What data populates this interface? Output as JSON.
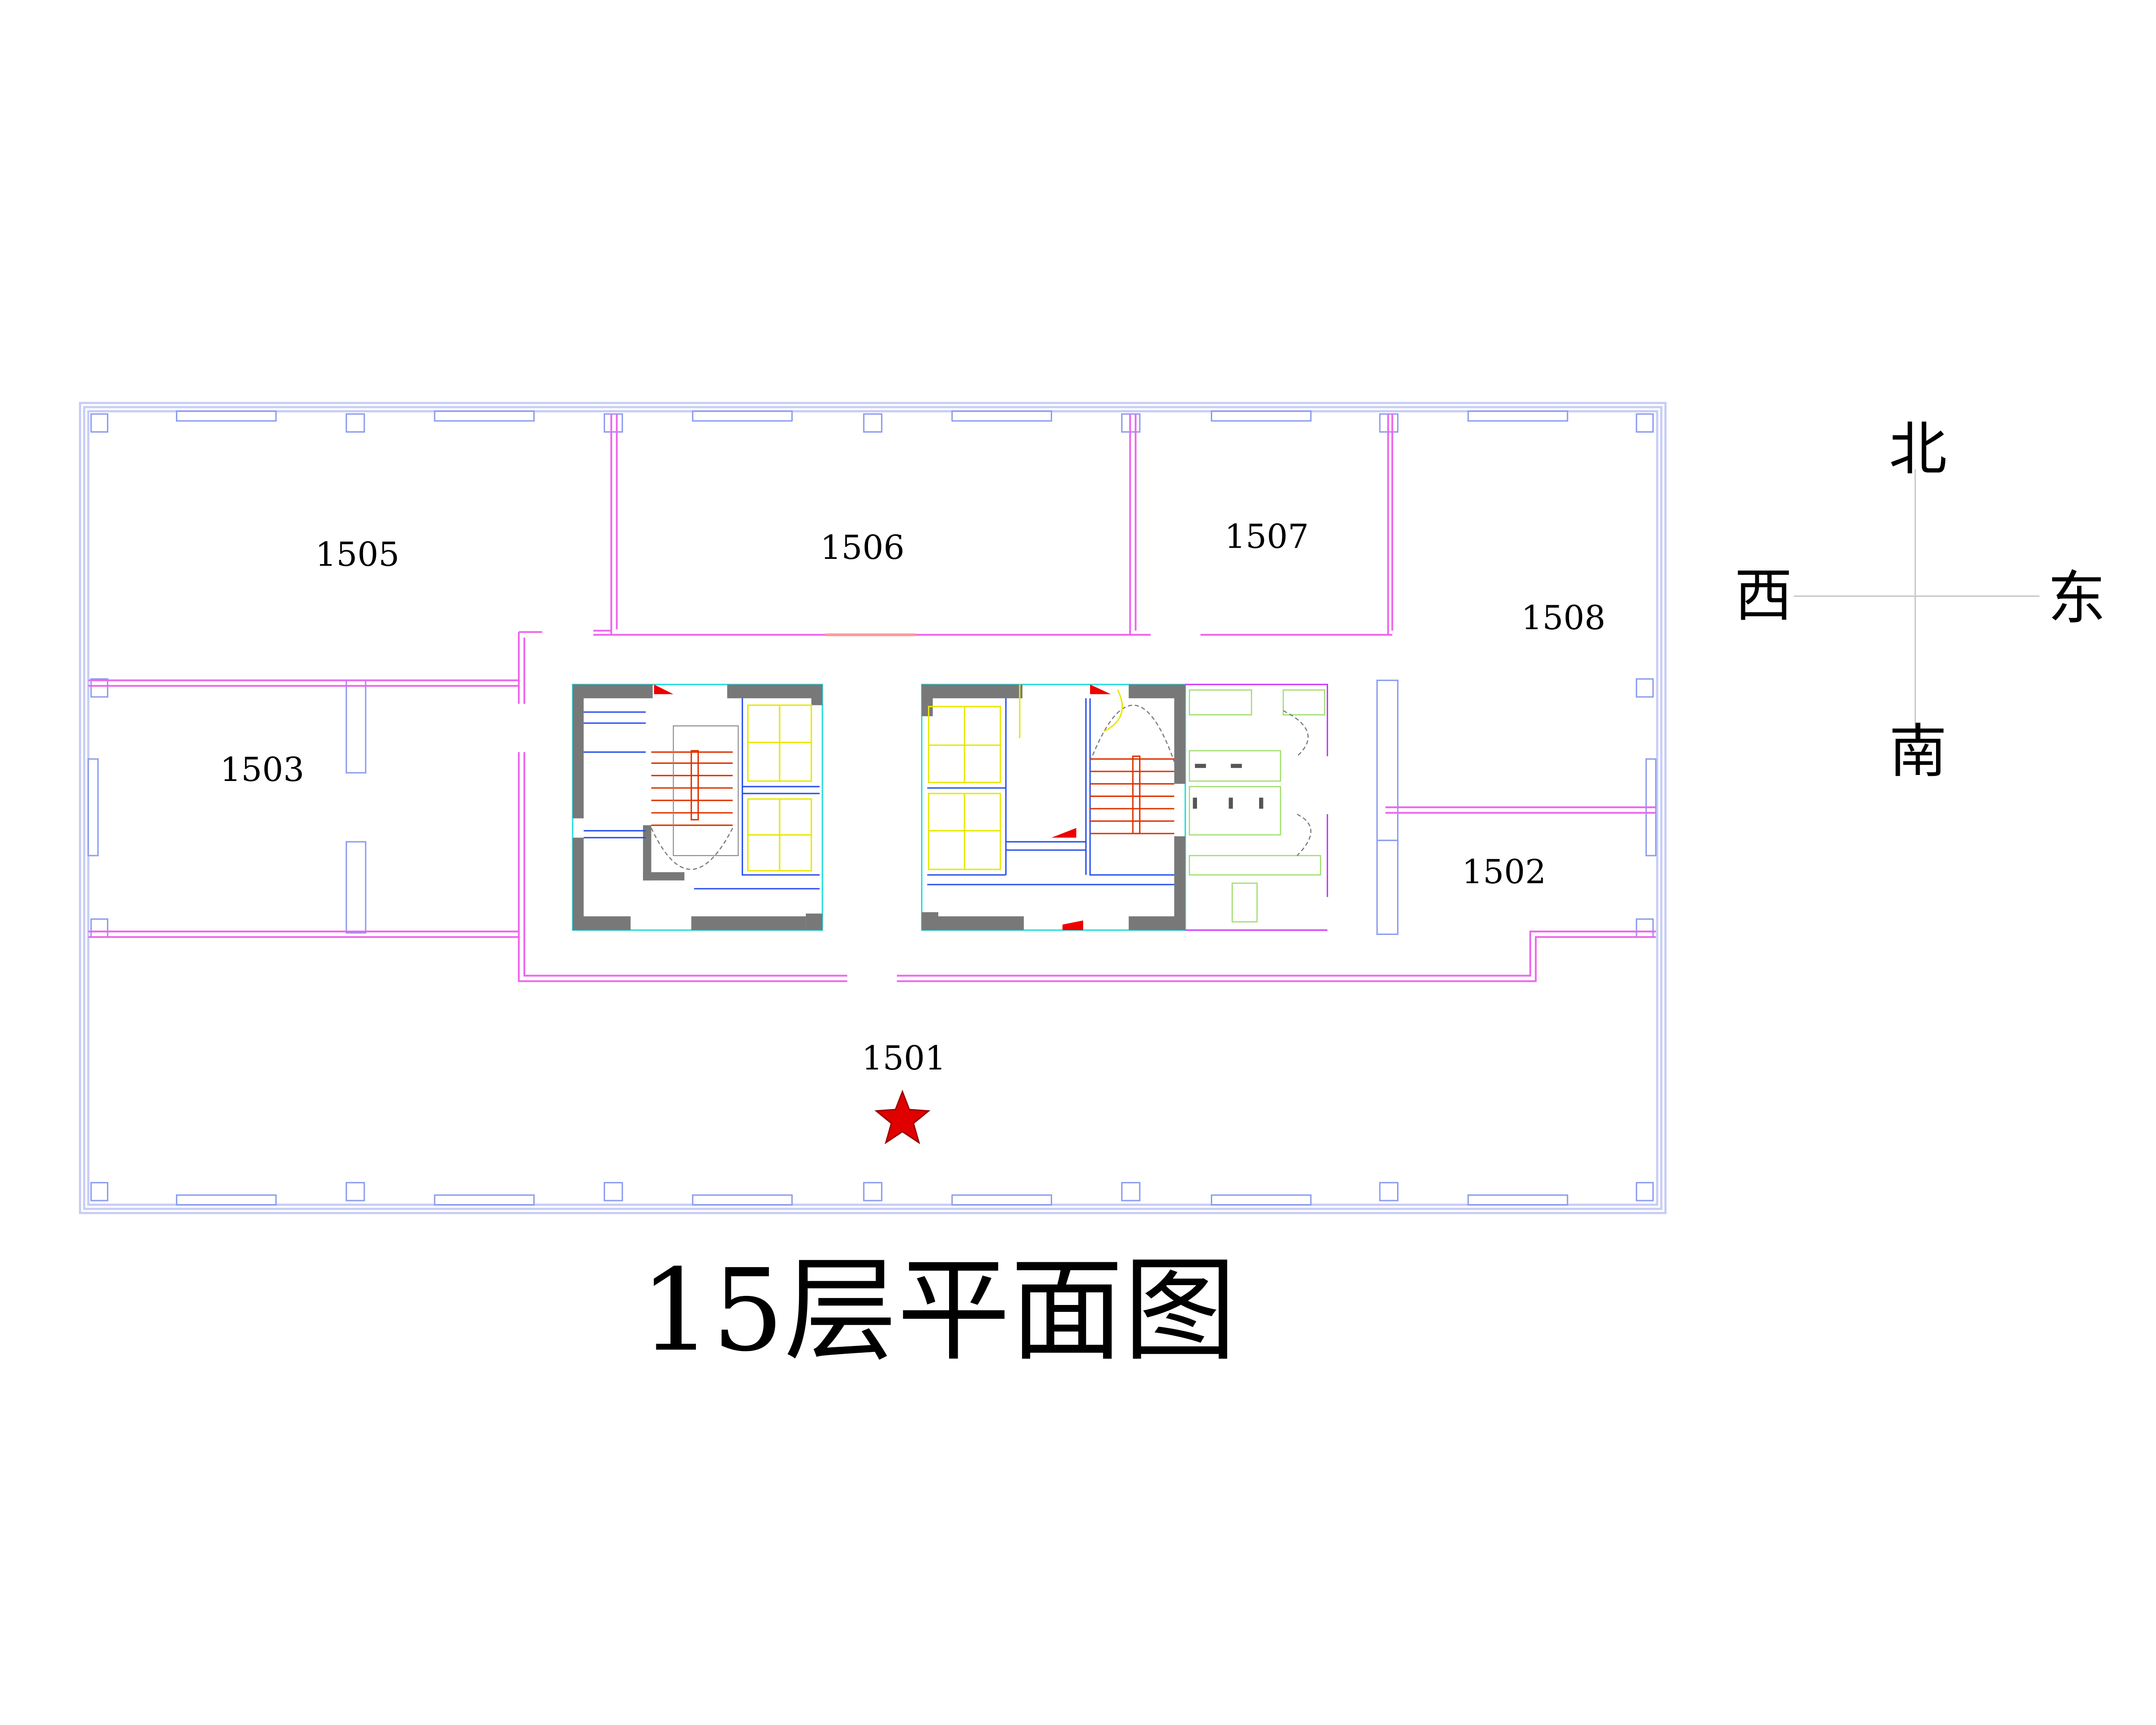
{
  "plan": {
    "title": "15层平面图",
    "rooms": {
      "r1505": "1505",
      "r1506": "1506",
      "r1507": "1507",
      "r1508": "1508",
      "r1503": "1503",
      "r1502": "1502",
      "r1501": "1501"
    },
    "marker": {
      "icon": "star-icon",
      "color": "#e00000",
      "room": "1501"
    }
  },
  "compass": {
    "north": "北",
    "west": "西",
    "east": "东",
    "south": "南"
  },
  "colors": {
    "partition": "#ee66ee",
    "window": "#8c9cf0",
    "core_wall": "#787878"
  }
}
